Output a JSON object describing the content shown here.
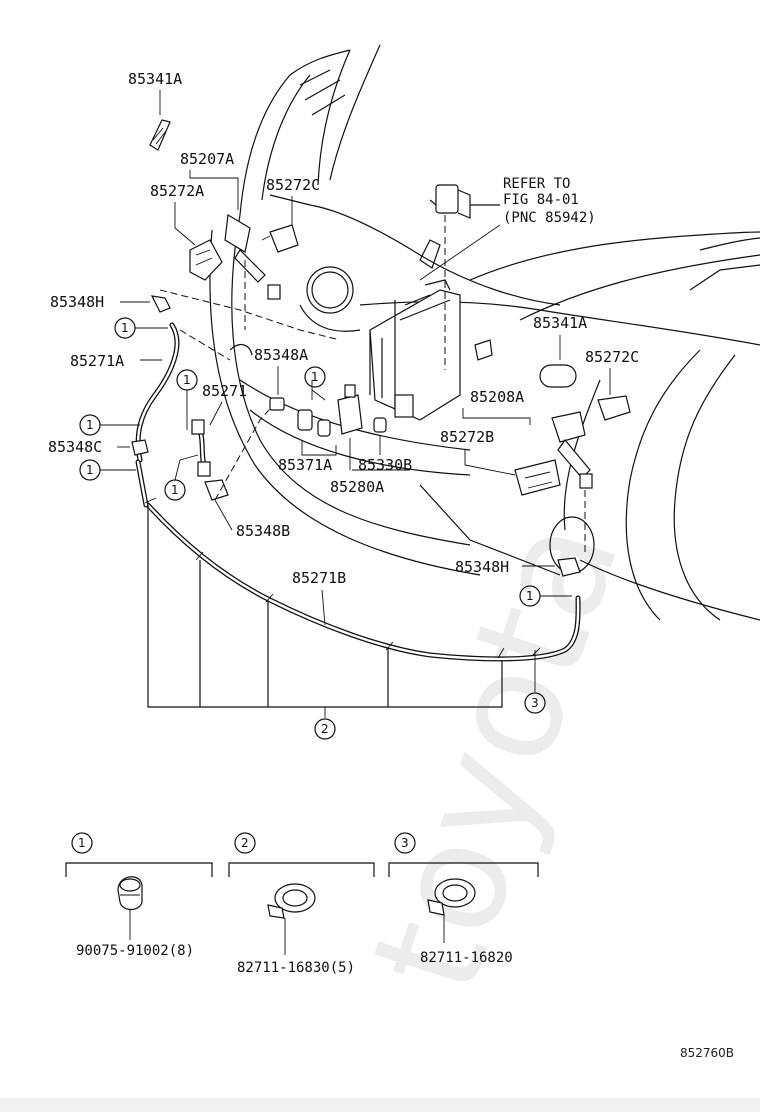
{
  "parts": {
    "p85341A_top": "85341A",
    "p85207A": "85207A",
    "p85272A": "85272A",
    "p85272C_top": "85272C",
    "p85348H_left": "85348H",
    "p85271A": "85271A",
    "p85348A": "85348A",
    "p85271": "85271",
    "p85348C": "85348C",
    "p85371A": "85371A",
    "p85330B": "85330B",
    "p85280A": "85280A",
    "p85348B": "85348B",
    "p85341A_right": "85341A",
    "p85272C_right": "85272C",
    "p85208A": "85208A",
    "p85272B": "85272B",
    "p85348H_right": "85348H",
    "p85271B": "85271B"
  },
  "reference": {
    "line1": "REFER TO",
    "line2": "FIG 84-01",
    "line3": "(PNC 85942)"
  },
  "callouts": {
    "c1": "1",
    "c2": "2",
    "c3": "3"
  },
  "legend": {
    "item1_label": "1",
    "item1_part": "90075-91002(8)",
    "item2_label": "2",
    "item2_part": "82711-16830(5)",
    "item3_label": "3",
    "item3_part": "82711-16820"
  },
  "diagram_code": "852760B",
  "watermark": "toyota"
}
